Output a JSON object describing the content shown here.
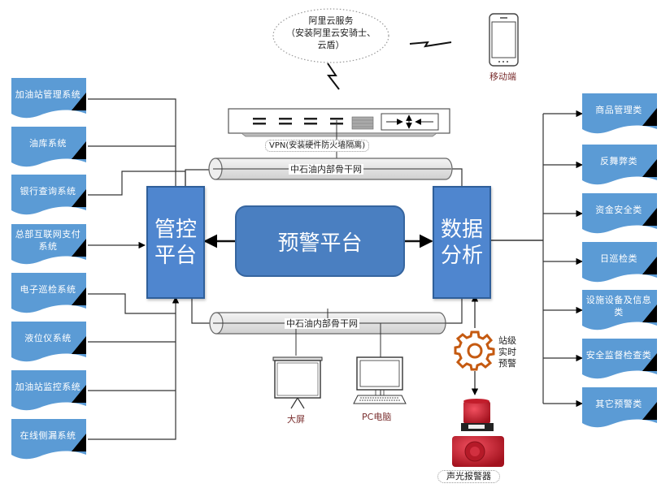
{
  "left_systems": [
    {
      "label": "加油站管理系统"
    },
    {
      "label": "油库系统"
    },
    {
      "label": "银行查询系统"
    },
    {
      "label": "总部互联网支付系统"
    },
    {
      "label": "电子巡检系统"
    },
    {
      "label": "液位仪系统"
    },
    {
      "label": "加油站监控系统"
    },
    {
      "label": "在线侧漏系统"
    }
  ],
  "right_categories": [
    {
      "label": "商品管理类"
    },
    {
      "label": "反舞弊类"
    },
    {
      "label": "资金安全类"
    },
    {
      "label": "日巡检类"
    },
    {
      "label": "设施设备及信息类"
    },
    {
      "label": "安全监督检查类"
    },
    {
      "label": "其它预警类"
    }
  ],
  "nodes": {
    "control_platform": "管控平台",
    "warning_platform": "预警平台",
    "data_analysis": "数据分析"
  },
  "cloud": {
    "line1": "阿里云服务",
    "line2": "（安装阿里云安骑士、",
    "line3": "云盾）"
  },
  "mobile": {
    "label": "移动端"
  },
  "vpn": {
    "label": "VPN(安装硬件防火墙隔离)"
  },
  "backbone_top": {
    "label": "中石油内部骨干网"
  },
  "backbone_bottom": {
    "label": "中石油内部骨干网"
  },
  "big_screen": {
    "label": "大屏"
  },
  "pc": {
    "label": "PC电脑"
  },
  "gear": {
    "label": "站级实时预警",
    "chars": [
      "站级",
      "实时",
      "预警"
    ]
  },
  "alarm": {
    "label": "声光报警器"
  },
  "colors": {
    "doc_fill": "#5b9bd5",
    "box_fill": "#4f86cf",
    "center_fill": "#4a7fc1",
    "gear": "#c55a11",
    "caption": "#7a2e2e",
    "alarm_red": "#d42030"
  }
}
